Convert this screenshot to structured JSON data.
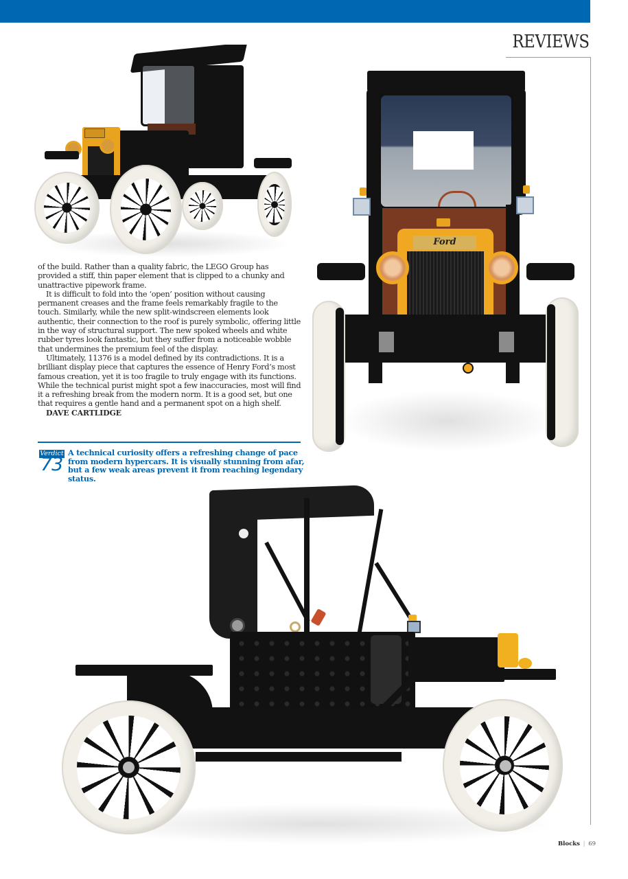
{
  "header": {
    "bar_color": "#0068b3",
    "section_title": "REVIEWS"
  },
  "photos": [
    {
      "name": "car-three-quarter-view",
      "description": "LEGO Ford Model T, front three-quarter view"
    },
    {
      "name": "car-front-view",
      "description": "LEGO Ford Model T, front view with Ford grille badge",
      "badge_text": "Ford"
    },
    {
      "name": "car-side-view",
      "description": "LEGO Ford Model T, side profile view"
    }
  ],
  "article": {
    "paragraphs": [
      "of the build. Rather than a quality fabric, the LEGO Group has provided a stiff, thin paper element that is clipped to a chunky and unattractive pipework frame.",
      "It is difficult to fold into the ‘open’ position without causing permanent creases and the frame feels remarkably fragile to the touch. Similarly, while the new split-windscreen elements look authentic, their connection to the roof is purely symbolic, offering little in the way of structural support. The new spoked wheels and white rubber tyres look fantastic, but they suffer from a noticeable wobble that undermines the premium feel of the display.",
      "Ultimately, 11376 is a model defined by its contradictions. It is a brilliant display piece that captures the essence of Henry Ford’s most famous creation, yet it is too fragile to truly engage with its functions. While the technical purist might spot a few inaccuracies, most will find it a refreshing break from the modern norm. It is a good set, but one that requires a gentle hand and a permanent spot on a high shelf."
    ],
    "byline": "DAVE CARTLIDGE"
  },
  "verdict": {
    "label": "Verdict",
    "score": "73",
    "text": "A technical curiosity offers a refreshing change of pace from modern hypercars. It is visually stunning from afar, but a few weak areas prevent it from reaching legendary status.",
    "color": "#0068b3"
  },
  "footer": {
    "magazine": "Blocks",
    "separator": "|",
    "page_number": "69"
  }
}
